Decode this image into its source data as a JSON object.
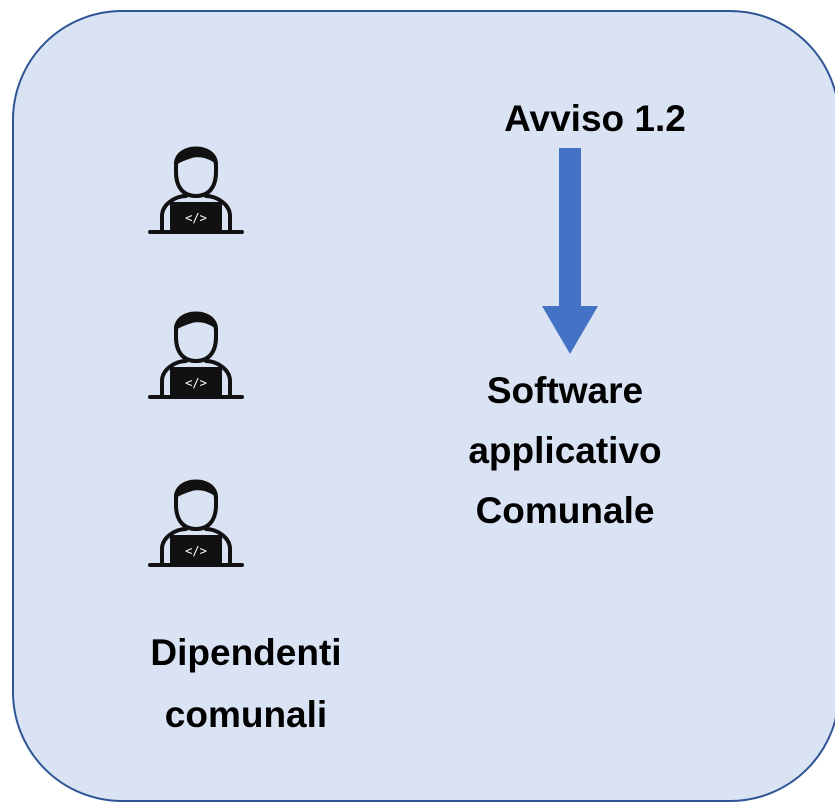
{
  "diagram": {
    "top_label": "Avviso 1.2",
    "target_lines": [
      "Software",
      "applicativo",
      "Comunale"
    ],
    "employees_lines": [
      "Dipendenti",
      "comunali"
    ],
    "icon_name": "developer-laptop-icon",
    "colors": {
      "panel_fill": "#dae3f3",
      "panel_border": "#2f5597",
      "arrow": "#4472c4",
      "text": "#000000"
    }
  }
}
